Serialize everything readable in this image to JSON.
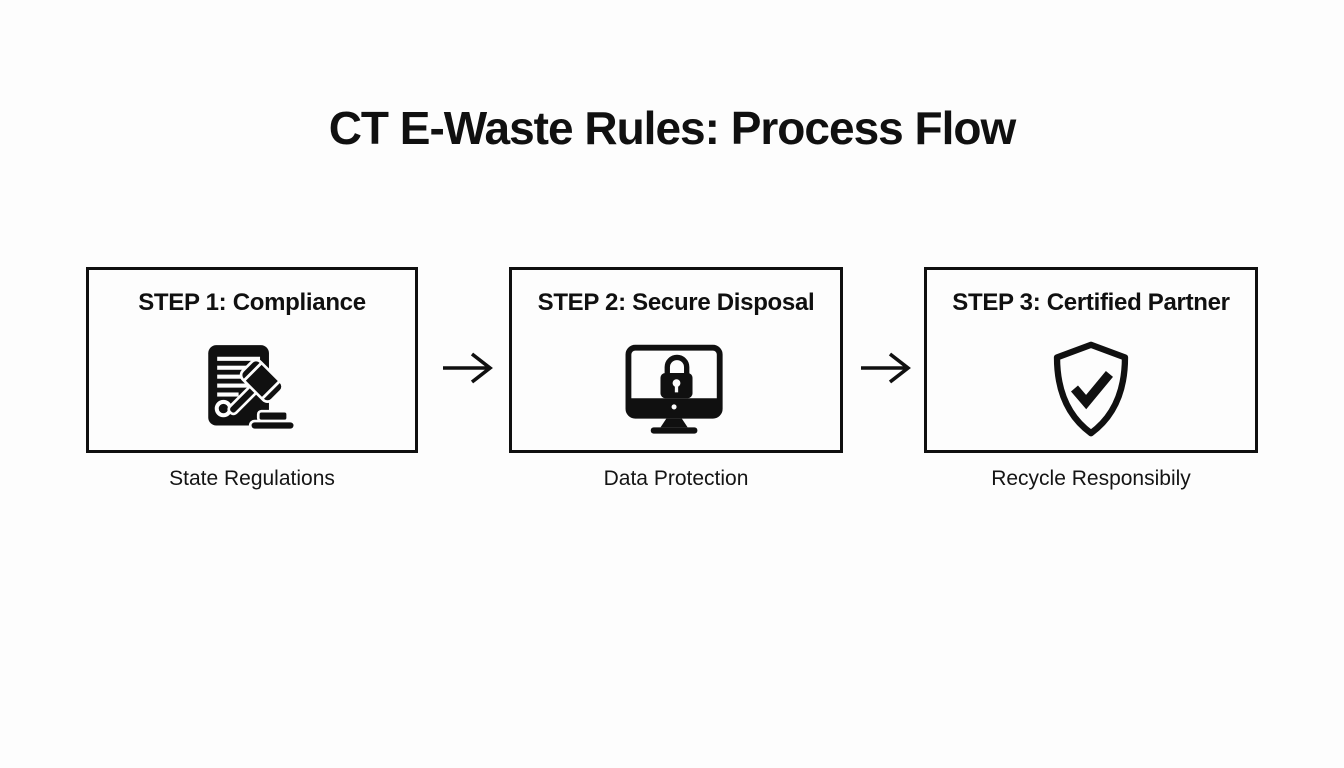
{
  "page": {
    "title": "CT E-Waste Rules: Process Flow"
  },
  "colors": {
    "ink": "#101010",
    "background": "#fdfdfd"
  },
  "steps": [
    {
      "title": "STEP 1: Compliance",
      "caption": "State Regulations",
      "icon": "document-gavel-icon"
    },
    {
      "title": "STEP 2: Secure Disposal",
      "caption": "Data Protection",
      "icon": "monitor-lock-icon"
    },
    {
      "title": "STEP 3: Certified Partner",
      "caption": "Recycle Responsibily",
      "icon": "shield-check-icon"
    }
  ],
  "arrows": [
    {
      "name": "flow-arrow-1",
      "direction": "right",
      "glyph": "→"
    },
    {
      "name": "flow-arrow-2",
      "direction": "right",
      "glyph": "→"
    }
  ]
}
